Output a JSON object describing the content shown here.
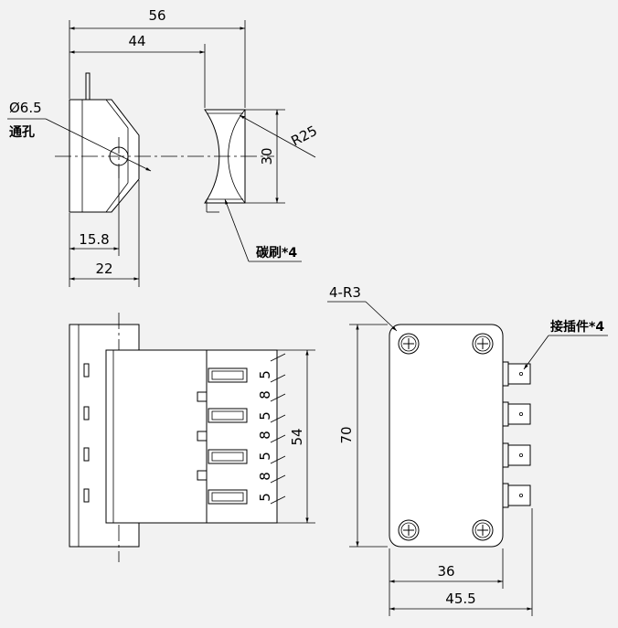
{
  "dimensions": {
    "top_overall_width": "56",
    "top_body_width": "44",
    "hole_diameter": "Ø6.5",
    "through_hole": "通孔",
    "arc_radius": "R25",
    "brush_slot_height": "30",
    "hole_offset": "15.8",
    "flange_offset": "22",
    "carbon_brush": "碳刷*4",
    "side_height": "54",
    "slot_height_a": "5",
    "slot_gap": "8",
    "corner_radius": "4-R3",
    "connector": "接插件*4",
    "plate_height": "70",
    "plate_width": "36",
    "overall_width": "45.5"
  },
  "colors": {
    "background": "#f2f2f2",
    "lines": "#000000",
    "part_fill": "#ffffff"
  }
}
